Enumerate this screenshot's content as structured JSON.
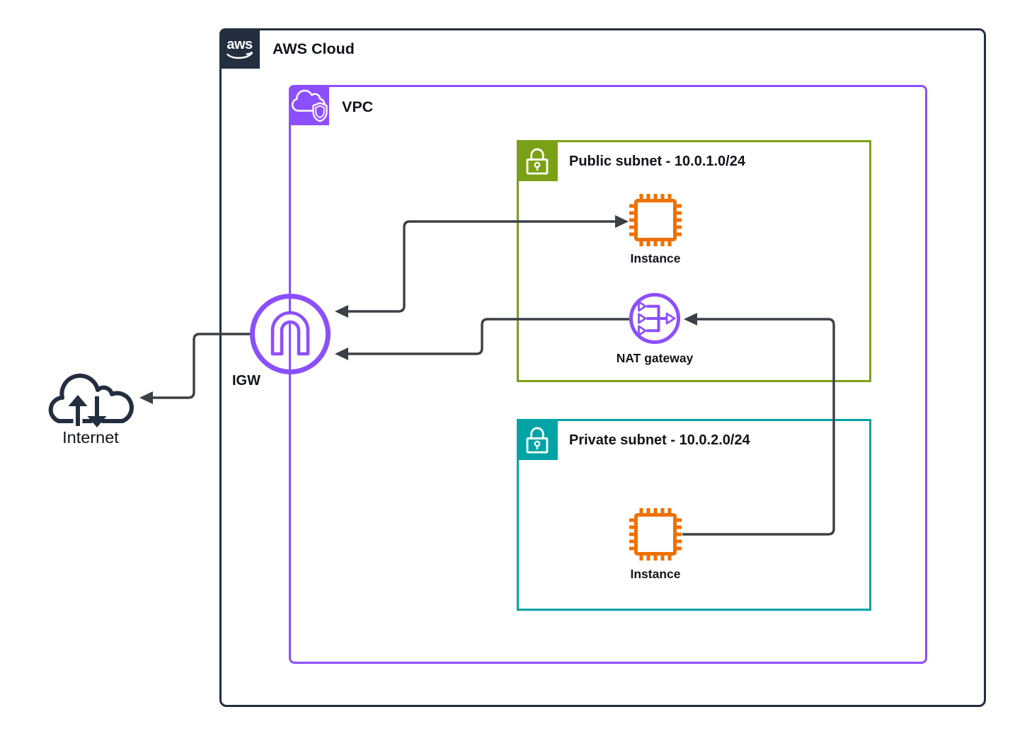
{
  "containers": {
    "aws_cloud": {
      "label": "AWS Cloud",
      "logo_text": "aws"
    },
    "vpc": {
      "label": "VPC"
    },
    "public_subnet": {
      "label": "Public subnet - 10.0.1.0/24"
    },
    "private_subnet": {
      "label": "Private subnet - 10.0.2.0/24"
    }
  },
  "nodes": {
    "public_instance": {
      "label": "Instance"
    },
    "nat_gateway": {
      "label": "NAT gateway"
    },
    "private_instance": {
      "label": "Instance"
    },
    "igw": {
      "label": "IGW"
    },
    "internet": {
      "label": "Internet"
    }
  },
  "connections": [
    {
      "from": "igw",
      "to": "public_instance",
      "bidirectional": true
    },
    {
      "from": "nat_gateway",
      "to": "igw",
      "bidirectional": false
    },
    {
      "from": "private_instance",
      "to": "nat_gateway",
      "bidirectional": false
    },
    {
      "from": "igw",
      "to": "internet",
      "bidirectional": false
    }
  ],
  "colors": {
    "aws_dark": "#232F3E",
    "vpc_purple": "#8C4FFF",
    "public_green": "#7AA116",
    "private_teal": "#00A4A6",
    "instance_orange": "#ED7100",
    "connector_gray": "#3B4046"
  }
}
